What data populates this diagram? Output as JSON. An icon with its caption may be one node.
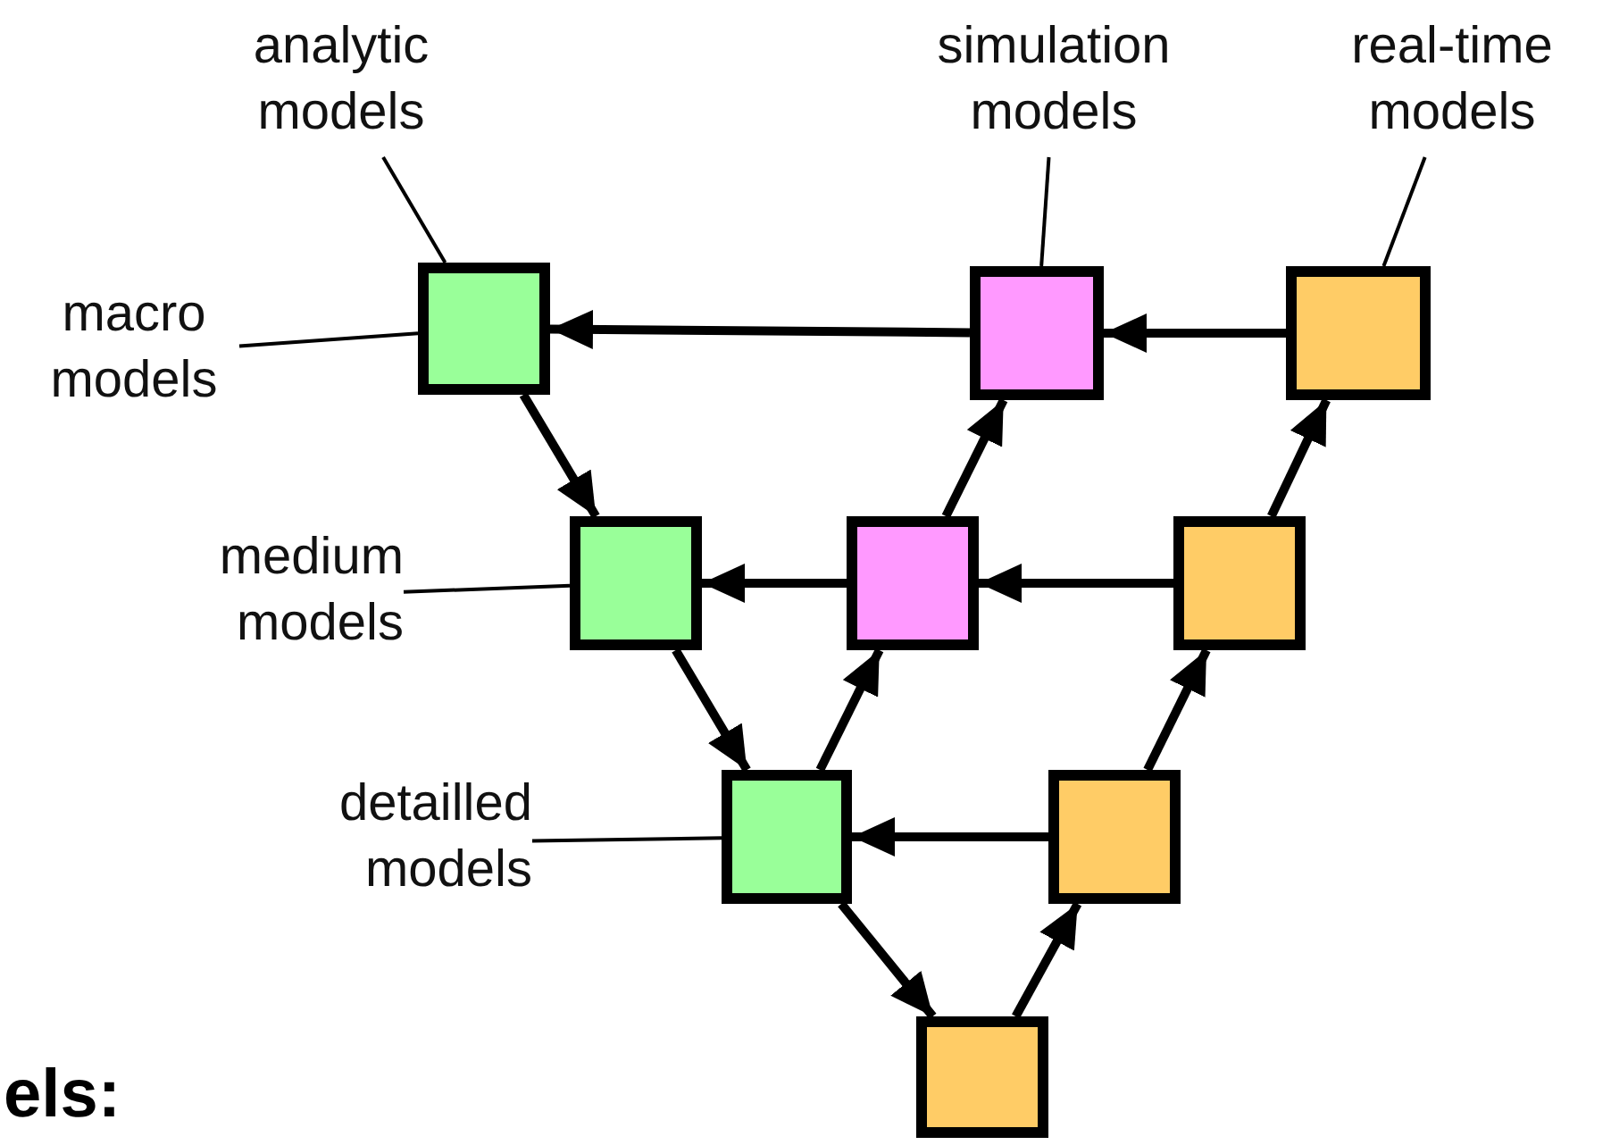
{
  "diagram": {
    "nodes": [
      {
        "text": [
          "analytic models"
        ]
      },
      {
        "text": [
          "simulation models"
        ]
      },
      {
        "text": [
          "real-time models"
        ]
      },
      {
        "text": [
          "macro models"
        ]
      },
      {
        "text": [],
        "shape": "box"
      },
      {
        "text": [],
        "shape": "box"
      },
      {
        "text": [],
        "shape": "box"
      },
      {
        "text": [
          "medium models"
        ]
      },
      {
        "text": [],
        "shape": "box"
      },
      {
        "text": [],
        "shape": "box"
      },
      {
        "text": [],
        "shape": "box"
      },
      {
        "text": [
          "detailled models"
        ]
      },
      {
        "text": [],
        "shape": "box"
      },
      {
        "text": [],
        "shape": "box"
      },
      {
        "text": [],
        "shape": "box"
      }
    ],
    "edges": [
      {
        "from": 5,
        "to": 4,
        "arrow": "to"
      },
      {
        "from": 6,
        "to": 5,
        "arrow": "to"
      },
      {
        "from": 4,
        "to": 8,
        "arrow": "to"
      },
      {
        "from": 9,
        "to": 8,
        "arrow": "to"
      },
      {
        "from": 10,
        "to": 9,
        "arrow": "to"
      },
      {
        "from": 9,
        "to": 5,
        "arrow": "to"
      },
      {
        "from": 10,
        "to": 6,
        "arrow": "to"
      },
      {
        "from": 8,
        "to": 12,
        "arrow": "to"
      },
      {
        "from": 12,
        "to": 9,
        "arrow": "to"
      },
      {
        "from": 13,
        "to": 12,
        "arrow": "to"
      },
      {
        "from": 13,
        "to": 10,
        "arrow": "to"
      },
      {
        "from": 12,
        "to": 14,
        "arrow": "to"
      },
      {
        "from": 14,
        "to": 13,
        "arrow": "to"
      },
      {
        "from": 0,
        "to": 4,
        "arrow": "none"
      },
      {
        "from": 1,
        "to": 5,
        "arrow": "none"
      },
      {
        "from": 2,
        "to": 6,
        "arrow": "none"
      },
      {
        "from": 3,
        "to": 4,
        "arrow": "none"
      },
      {
        "from": 7,
        "to": 8,
        "arrow": "none"
      },
      {
        "from": 11,
        "to": 12,
        "arrow": "none"
      }
    ],
    "labels": [
      "els:"
    ]
  }
}
